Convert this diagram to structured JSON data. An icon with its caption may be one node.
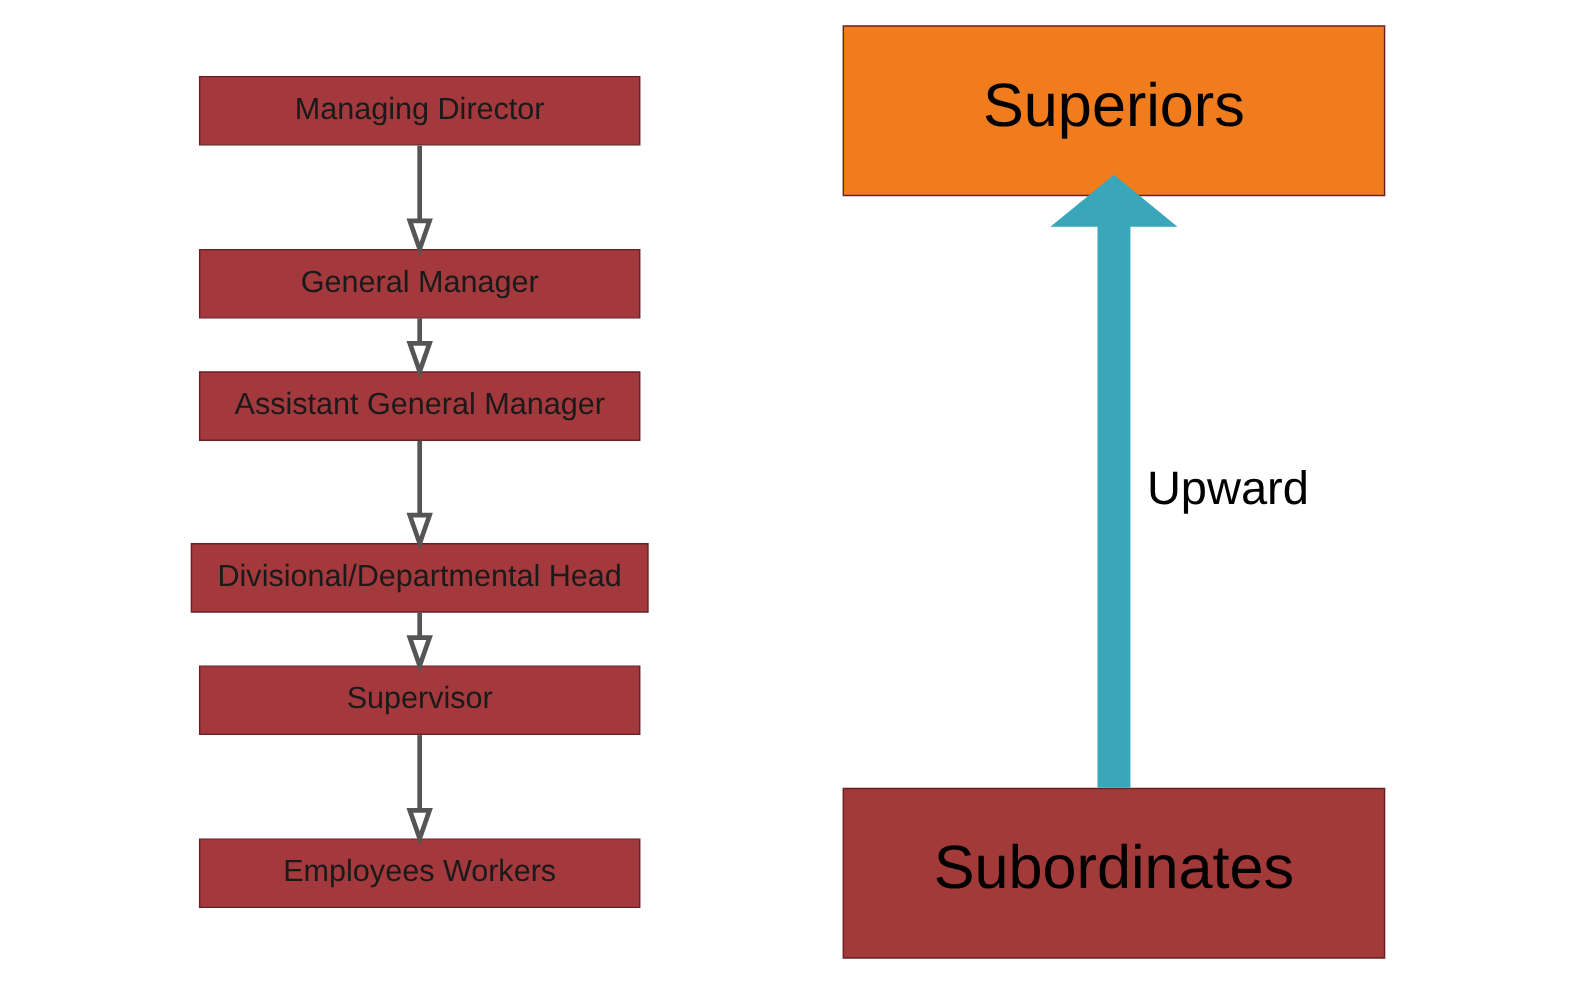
{
  "diagram": {
    "nodes": [
      {
        "text": [
          "Managing Director"
        ]
      },
      {
        "text": [
          "General Manager"
        ]
      },
      {
        "text": [
          "Assistant General Manager"
        ]
      },
      {
        "text": [
          "Divisional/Departmental Head"
        ]
      },
      {
        "text": [
          "Supervisor"
        ]
      },
      {
        "text": [
          "Employees Workers"
        ]
      },
      {
        "text": [
          "Superiors"
        ]
      },
      {
        "text": [
          "Subordinates"
        ]
      }
    ],
    "edges": [
      {
        "from": 0,
        "to": 1,
        "arrow": "to"
      },
      {
        "from": 1,
        "to": 2,
        "arrow": "to"
      },
      {
        "from": 2,
        "to": 3,
        "arrow": "to"
      },
      {
        "from": 3,
        "to": 4,
        "arrow": "to"
      },
      {
        "from": 4,
        "to": 5,
        "arrow": "to"
      },
      {
        "from": 7,
        "to": 6,
        "arrow": "to",
        "label": "Upward",
        "style": "thick",
        "color": "#3aa6b9"
      }
    ]
  }
}
